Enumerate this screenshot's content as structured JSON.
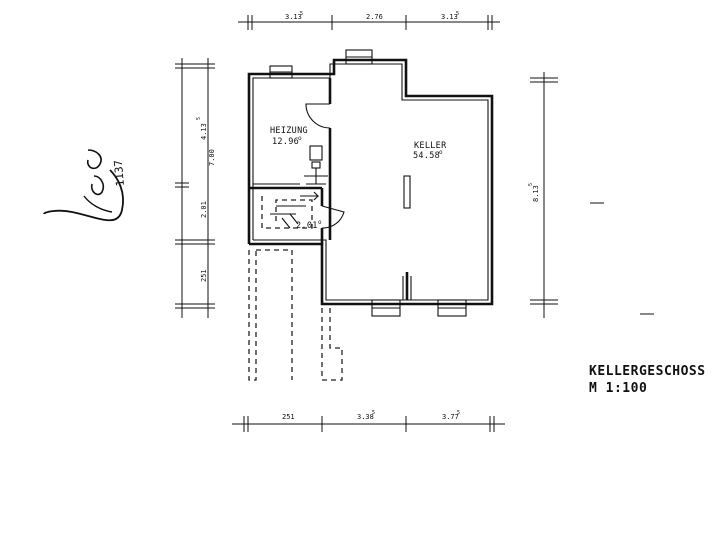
{
  "rooms": {
    "heizung": {
      "name": "HEIZUNG",
      "area": "12.96",
      "area_sup": "o"
    },
    "keller": {
      "name": "KELLER",
      "area": "54.58",
      "area_sup": "o"
    },
    "stair": {
      "area": "2.01",
      "area_sup": "o"
    }
  },
  "dimensions": {
    "top": [
      "3.13",
      "2.76",
      "3.13"
    ],
    "top_sup": [
      "5",
      "",
      "5"
    ],
    "bottom": [
      "251",
      "3.38",
      "3.77"
    ],
    "bottom_sup": [
      "",
      "5",
      "5"
    ],
    "left_outer": [
      "4.13",
      "2.01",
      "251"
    ],
    "left_outer_sup": [
      "5",
      "",
      ""
    ],
    "left_inner": "7.00",
    "right": "8.13",
    "right_sup": "5"
  },
  "handwriting": {
    "note": "1137"
  },
  "title": {
    "line1": "KELLERGESCHOSS",
    "line2": "M 1:100"
  }
}
